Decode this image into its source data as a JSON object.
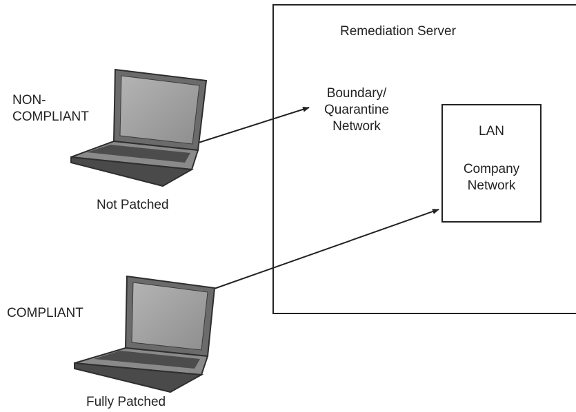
{
  "server": {
    "title": "Remediation Server",
    "boundary_line1": "Boundary/",
    "boundary_line2": "Quarantine",
    "boundary_line3": "Network"
  },
  "lan": {
    "title": "LAN",
    "line1": "Company",
    "line2": "Network"
  },
  "laptop_noncompliant": {
    "status_line1": "NON-",
    "status_line2": "COMPLIANT",
    "caption": "Not Patched"
  },
  "laptop_compliant": {
    "status": "COMPLIANT",
    "caption": "Fully Patched"
  },
  "icons": [
    "laptop-icon",
    "laptop-icon"
  ],
  "colors": {
    "line": "#222222",
    "laptop_screen": "#9a9a9a",
    "laptop_body": "#5a5a5a"
  }
}
